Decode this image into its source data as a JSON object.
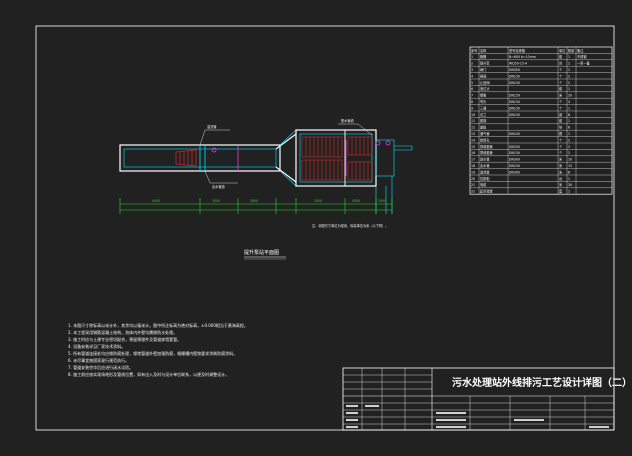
{
  "drawing": {
    "title": "污水处理站外线排污工艺设计详图（二）",
    "plan_caption": "提升泵站平面图",
    "plan_note": "注：本图尺寸单位为毫米，标高单位为米（以下同）。",
    "callout_label_1": "配水管道",
    "callout_label_2": "溢流管",
    "callout_label_3": "出水管道",
    "dim_labels": [
      "4000",
      "3500",
      "2800",
      "3000",
      "4500",
      "2000"
    ]
  },
  "notes": [
    "1. 本图尺寸除标高以米计外，其余均以毫米计。图中所注标高为绝对标高，±0.000相当于黄海高程。",
    "2. 本工程采用钢筋混凝土结构，池体内外壁均需做防水处理。",
    "3. 施工时应与土建专业密切配合，预留预埋件及管道穿墙套管。",
    "4. 设备安装详见厂家技术资料。",
    "5. 所有管道连接处均应做防腐处理，埋地管道外壁加强防腐，格栅槽内壁按要求涂刷防腐涂料。",
    "6. 未尽事宜按国家现行规范执行。",
    "7. 管道安装完毕后应进行闭水试验。",
    "8. 施工前应核实现场地形及管线位置，如有出入及时与设计单位联系，以便及时调整设计。"
  ],
  "equipment_table": {
    "headers": [
      "序号",
      "名称",
      "型号及规格",
      "单位",
      "数量",
      "备注"
    ],
    "rows": [
      [
        "1",
        "格栅",
        "B=600 b=10mm",
        "套",
        "1",
        "不锈钢"
      ],
      [
        "2",
        "提升泵",
        "WQ50-15-4",
        "台",
        "2",
        "一用一备"
      ],
      [
        "3",
        "闸门",
        "DN300",
        "个",
        "1",
        ""
      ],
      [
        "4",
        "闸阀",
        "DN150",
        "个",
        "2",
        ""
      ],
      [
        "5",
        "止回阀",
        "DN150",
        "个",
        "2",
        ""
      ],
      [
        "6",
        "液位计",
        "",
        "套",
        "1",
        ""
      ],
      [
        "7",
        "钢管",
        "DN150",
        "米",
        "20",
        ""
      ],
      [
        "8",
        "弯头",
        "DN150",
        "个",
        "4",
        ""
      ],
      [
        "9",
        "三通",
        "DN150",
        "个",
        "1",
        ""
      ],
      [
        "10",
        "法兰",
        "DN150",
        "副",
        "8",
        ""
      ],
      [
        "11",
        "爬梯",
        "",
        "套",
        "1",
        ""
      ],
      [
        "12",
        "盖板",
        "",
        "块",
        "6",
        ""
      ],
      [
        "13",
        "通气管",
        "DN100",
        "根",
        "1",
        ""
      ],
      [
        "14",
        "检修孔",
        "",
        "个",
        "2",
        ""
      ],
      [
        "15",
        "穿墙套管",
        "DN200",
        "个",
        "3",
        ""
      ],
      [
        "16",
        "穿墙套管",
        "DN150",
        "个",
        "2",
        ""
      ],
      [
        "17",
        "进水管",
        "DN300",
        "米",
        "10",
        ""
      ],
      [
        "18",
        "出水管",
        "DN150",
        "米",
        "15",
        ""
      ],
      [
        "19",
        "溢流管",
        "DN300",
        "米",
        "8",
        ""
      ],
      [
        "20",
        "控制柜",
        "",
        "台",
        "1",
        ""
      ],
      [
        "21",
        "电缆",
        "",
        "米",
        "30",
        ""
      ],
      [
        "22",
        "起吊装置",
        "",
        "套",
        "1",
        ""
      ]
    ]
  },
  "colors": {
    "background": "#212121",
    "frame": "#ffffff",
    "cyan": "#00e5ff",
    "red": "#ff2a2a",
    "green": "#22dd22",
    "magenta": "#e040e0",
    "yellow": "#ffff33"
  }
}
